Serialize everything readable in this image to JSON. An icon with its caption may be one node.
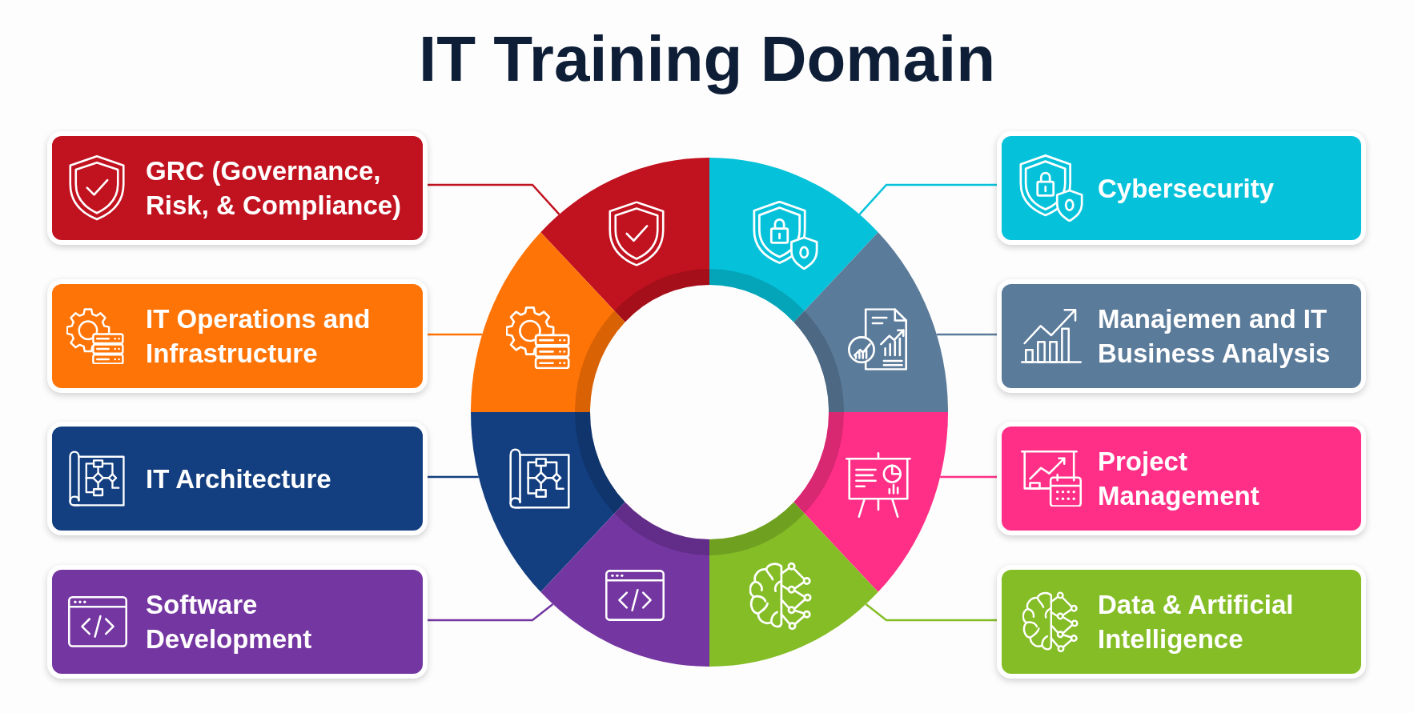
{
  "diagram": {
    "title": "IT Training Domain",
    "nodes": [
      {
        "text": [
          "GRC (Governance, Risk, & Compliance)"
        ]
      },
      {
        "text": [
          "IT Operations and Infrastructure"
        ]
      },
      {
        "text": [
          "IT Architecture"
        ]
      },
      {
        "text": [
          "Software Development"
        ]
      },
      {
        "text": [
          "Cybersecurity"
        ]
      },
      {
        "text": [
          "Manajemen and IT Business Analysis"
        ]
      },
      {
        "text": [
          "Project Management"
        ]
      },
      {
        "text": [
          "Data & Artificial Intelligence"
        ]
      },
      {
        "text": [],
        "shape": "sector"
      },
      {
        "text": [],
        "shape": "sector"
      },
      {
        "text": [],
        "shape": "sector"
      },
      {
        "text": [],
        "shape": "sector"
      },
      {
        "text": [],
        "shape": "sector"
      },
      {
        "text": [],
        "shape": "sector"
      },
      {
        "text": [],
        "shape": "sector"
      },
      {
        "text": [],
        "shape": "sector"
      }
    ],
    "edges": [
      {
        "from": 0,
        "to": 8,
        "arrow": "none",
        "color": "#c1121f"
      },
      {
        "from": 1,
        "to": 9,
        "arrow": "none",
        "color": "#ff7407"
      },
      {
        "from": 2,
        "to": 10,
        "arrow": "none",
        "color": "#133f80"
      },
      {
        "from": 3,
        "to": 11,
        "arrow": "none",
        "color": "#7436a1"
      },
      {
        "from": 4,
        "to": 12,
        "arrow": "none",
        "color": "#05c2da"
      },
      {
        "from": 5,
        "to": 13,
        "arrow": "none",
        "color": "#5b7b9a"
      },
      {
        "from": 6,
        "to": 14,
        "arrow": "none",
        "color": "#ff2f87"
      },
      {
        "from": 7,
        "to": 15,
        "arrow": "none",
        "color": "#84bd26"
      }
    ]
  }
}
